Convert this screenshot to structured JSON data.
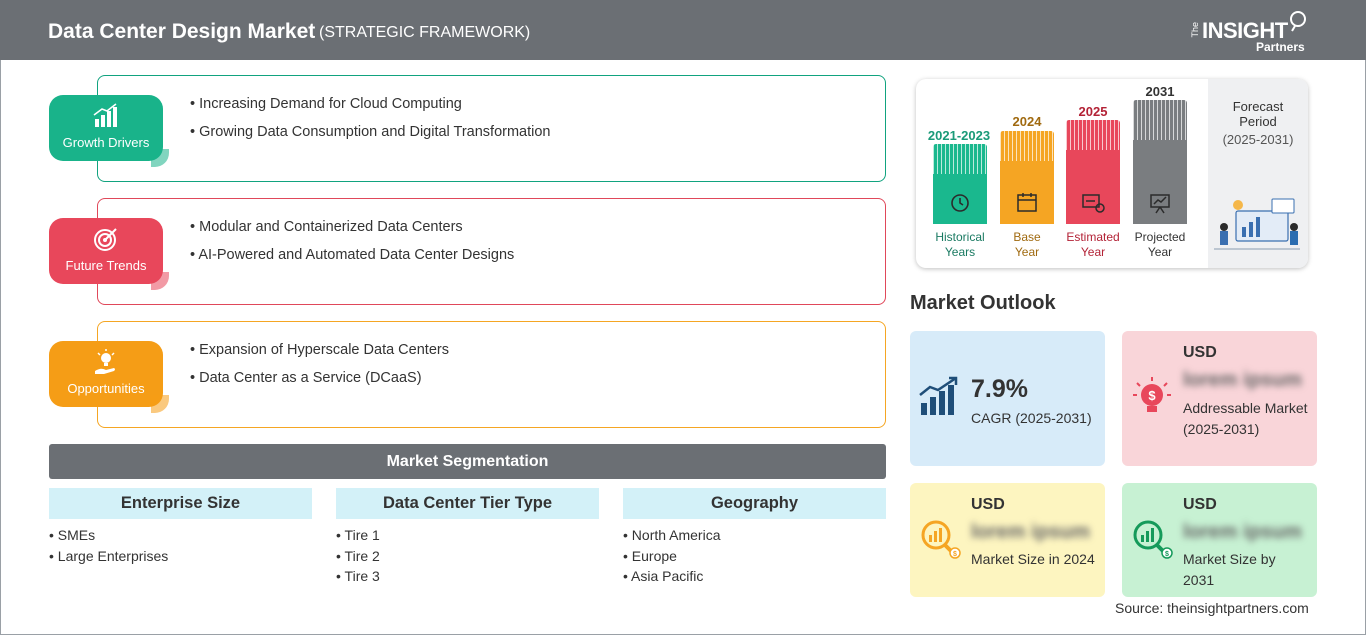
{
  "header": {
    "title": "Data Center Design Market",
    "subtitle": "(STRATEGIC FRAMEWORK)",
    "logo": {
      "the": "The",
      "insight": "INSIGHT",
      "partners": "Partners"
    }
  },
  "framework": {
    "growth_drivers": {
      "label": "Growth Drivers",
      "color": "#19b38a",
      "items": [
        "Increasing Demand for Cloud Computing",
        "Growing Data Consumption and Digital Transformation"
      ]
    },
    "future_trends": {
      "label": "Future Trends",
      "color": "#e8475b",
      "items": [
        "Modular and Containerized Data Centers",
        "AI-Powered and Automated Data Center Designs"
      ]
    },
    "opportunities": {
      "label": "Opportunities",
      "color": "#f59d16",
      "items": [
        "Expansion of Hyperscale Data Centers",
        "Data Center as a Service (DCaaS)"
      ]
    }
  },
  "segmentation": {
    "title": "Market Segmentation",
    "columns": [
      {
        "header": "Enterprise Size",
        "items": [
          "SMEs",
          "Large Enterprises"
        ]
      },
      {
        "header": "Data Center Tier Type",
        "items": [
          "Tire 1",
          "Tire 2",
          "Tire 3"
        ]
      },
      {
        "header": "Geography",
        "items": [
          "North America",
          "Europe",
          "Asia Pacific"
        ]
      }
    ]
  },
  "timeline": {
    "bars": [
      {
        "year": "2021-2023",
        "caption_1": "Historical",
        "caption_2": "Years",
        "color": "#1ab88e",
        "icon": "history-icon"
      },
      {
        "year": "2024",
        "caption_1": "Base",
        "caption_2": "Year",
        "color": "#f5a523",
        "icon": "calendar-icon"
      },
      {
        "year": "2025",
        "caption_1": "Estimated",
        "caption_2": "Year",
        "color": "#e8475b",
        "icon": "estimate-icon"
      },
      {
        "year": "2031",
        "caption_1": "Projected",
        "caption_2": "Year",
        "color": "#7a7d80",
        "icon": "presentation-icon"
      }
    ],
    "forecast_title_1": "Forecast",
    "forecast_title_2": "Period",
    "forecast_range": "(2025-2031)"
  },
  "outlook": {
    "title": "Market Outlook",
    "cagr": {
      "value": "7.9%",
      "label": "CAGR (2025-2031)"
    },
    "addressable": {
      "currency": "USD",
      "value": "lorem ipsum",
      "label": "Addressable Market (2025-2031)"
    },
    "size_2024": {
      "currency": "USD",
      "value": "lorem ipsum",
      "label": "Market Size in 2024"
    },
    "size_2031": {
      "currency": "USD",
      "value": "lorem ipsum",
      "label": "Market Size by 2031"
    }
  },
  "source": "Source: theinsightpartners.com"
}
